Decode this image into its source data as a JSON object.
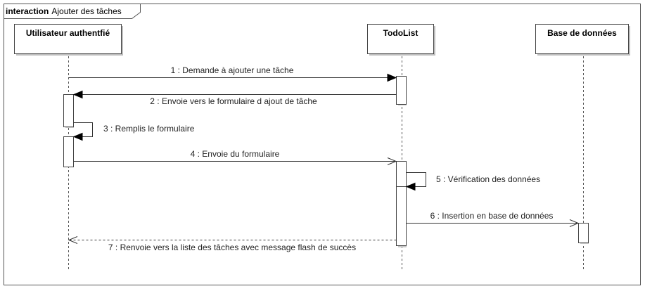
{
  "frame": {
    "keyword": "interaction",
    "name": "Ajouter des tâches"
  },
  "participants": [
    {
      "id": "user",
      "label": "Utilisateur authentfié"
    },
    {
      "id": "todolist",
      "label": "TodoList"
    },
    {
      "id": "db",
      "label": "Base de données"
    }
  ],
  "messages": [
    {
      "id": "m1",
      "label": "1 : Demande à ajouter une tâche",
      "from": "user",
      "to": "todolist",
      "kind": "sync"
    },
    {
      "id": "m2",
      "label": "2 : Envoie vers le formulaire d ajout de tâche",
      "from": "todolist",
      "to": "user",
      "kind": "sync"
    },
    {
      "id": "m3",
      "label": "3 : Remplis le formulaire",
      "from": "user",
      "to": "user",
      "kind": "self"
    },
    {
      "id": "m4",
      "label": "4 : Envoie du formulaire",
      "from": "user",
      "to": "todolist",
      "kind": "async"
    },
    {
      "id": "m5",
      "label": "5 : Vérification des données",
      "from": "todolist",
      "to": "todolist",
      "kind": "self"
    },
    {
      "id": "m6",
      "label": "6 : Insertion en base de données",
      "from": "todolist",
      "to": "db",
      "kind": "async"
    },
    {
      "id": "m7",
      "label": "7 : Renvoie vers la liste des tâches avec message flash de succès",
      "from": "todolist",
      "to": "user",
      "kind": "return"
    }
  ]
}
